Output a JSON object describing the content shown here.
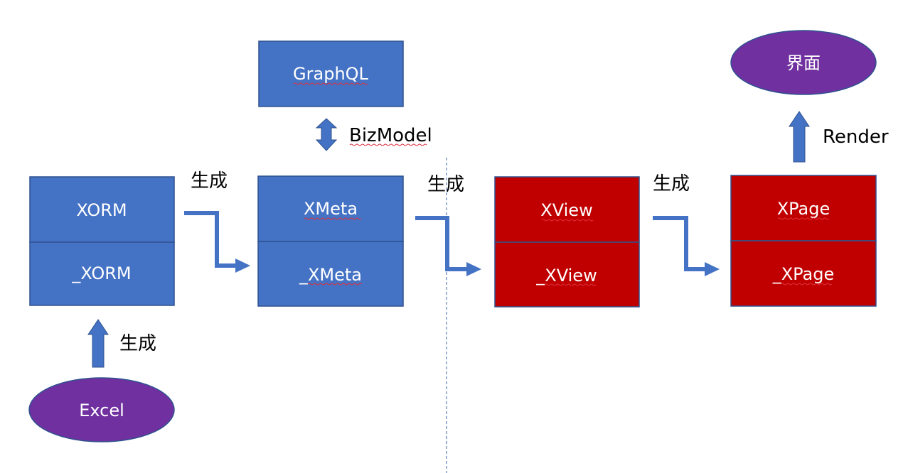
{
  "colors": {
    "blue_box": "#4472C4",
    "blue_border": "#2F528F",
    "red_box": "#C00000",
    "purple_ellipse": "#7030A0",
    "arrow": "#4472C4",
    "divider": "#5B7FB8"
  },
  "nodes": {
    "xorm": {
      "top": "XORM",
      "bottom": "_XORM"
    },
    "xmeta": {
      "top": "XMeta",
      "bottom": "_XMeta"
    },
    "xview": {
      "top": "XView",
      "bottom": "_XView"
    },
    "xpage": {
      "top": "XPage",
      "bottom": "_XPage"
    },
    "graphql": "GraphQL",
    "excel": "Excel",
    "ui": "界面"
  },
  "edges": {
    "excel_to_xorm": "生成",
    "xorm_to_xmeta": "生成",
    "xmeta_to_xview": "生成",
    "xview_to_xpage": "生成",
    "xmeta_to_graphql": "BizModel",
    "xpage_to_ui": "Render"
  }
}
